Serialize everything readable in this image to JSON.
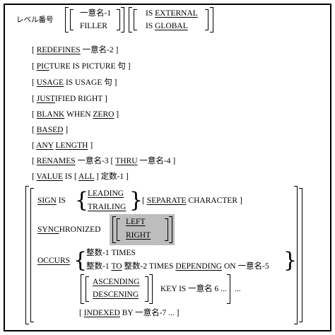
{
  "header": {
    "level_no": "レベル番号",
    "data_name_1": "一意名-1",
    "filler": "FILLER",
    "is_1": "IS",
    "external": "EXTERNAL",
    "is_2": "IS",
    "global": "GLOBAL"
  },
  "clauses": {
    "redefines_kw": "REDEFINES",
    "redefines_arg": "一意名-2",
    "pic_kw": "PIC",
    "picture_rest": "TURE IS PICTURE 句",
    "usage_kw": "USAGE",
    "usage_rest": "IS USAGE 句",
    "just_kw": "JUST",
    "justified_rest": "IFIED RIGHT",
    "blank_kw": "BLANK",
    "when_text": "WHEN",
    "zero_kw": "ZERO",
    "based_kw": "BASED",
    "any_kw": "ANY",
    "length_kw": "LENGTH",
    "renames_kw": "RENAMES",
    "renames_arg": "一意名-3",
    "thru_kw": "THRU",
    "thru_arg": "一意名-4",
    "value_kw": "VALUE",
    "value_is": "IS",
    "all_kw": "ALL",
    "value_arg": "定数-1"
  },
  "group": {
    "sign_kw": "SIGN",
    "sign_is": "IS",
    "leading": "LEADING",
    "trailing": "TRAILING",
    "separate_kw": "SEPARATE",
    "character": "CHARACTER",
    "sync_kw": "SYNC",
    "sync_rest": "HRONIZED",
    "left": "LEFT",
    "right": "RIGHT",
    "occurs_kw": "OCCURS",
    "occurs_line1": "整数-1 TIMES",
    "occurs_line2_a": "整数-1",
    "to_kw": "TO",
    "occurs_line2_b": "整数-2 TIMES",
    "depending_kw": "DEPENDING",
    "occurs_line2_c": "ON 一意名-5",
    "ascending": "ASCENDING",
    "descending": "DESCENING",
    "key_text": "KEY IS 一意名 6 ...",
    "ellipsis": "...",
    "indexed_kw": "INDEXED",
    "indexed_rest": "BY 一意名-7 ..."
  }
}
